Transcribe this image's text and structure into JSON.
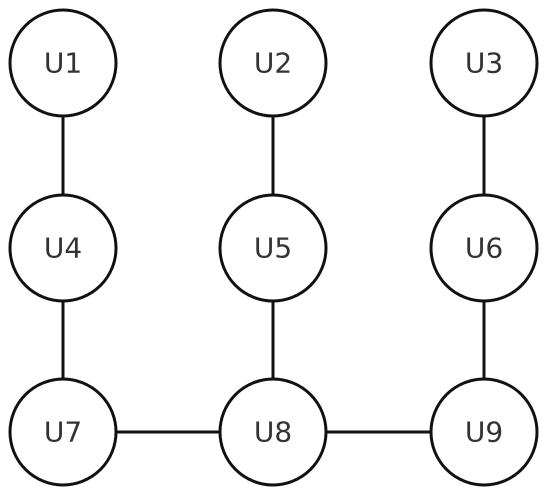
{
  "nodes": [
    {
      "id": "U1",
      "label": "U1"
    },
    {
      "id": "U2",
      "label": "U2"
    },
    {
      "id": "U3",
      "label": "U3"
    },
    {
      "id": "U4",
      "label": "U4"
    },
    {
      "id": "U5",
      "label": "U5"
    },
    {
      "id": "U6",
      "label": "U6"
    },
    {
      "id": "U7",
      "label": "U7"
    },
    {
      "id": "U8",
      "label": "U8"
    },
    {
      "id": "U9",
      "label": "U9"
    }
  ],
  "edges": [
    {
      "from": "U1",
      "to": "U4"
    },
    {
      "from": "U2",
      "to": "U5"
    },
    {
      "from": "U3",
      "to": "U6"
    },
    {
      "from": "U4",
      "to": "U7"
    },
    {
      "from": "U5",
      "to": "U8"
    },
    {
      "from": "U6",
      "to": "U9"
    },
    {
      "from": "U7",
      "to": "U8"
    },
    {
      "from": "U8",
      "to": "U9"
    }
  ],
  "colors": {
    "stroke": "#111111",
    "fill": "#ffffff",
    "label": "#333333"
  }
}
